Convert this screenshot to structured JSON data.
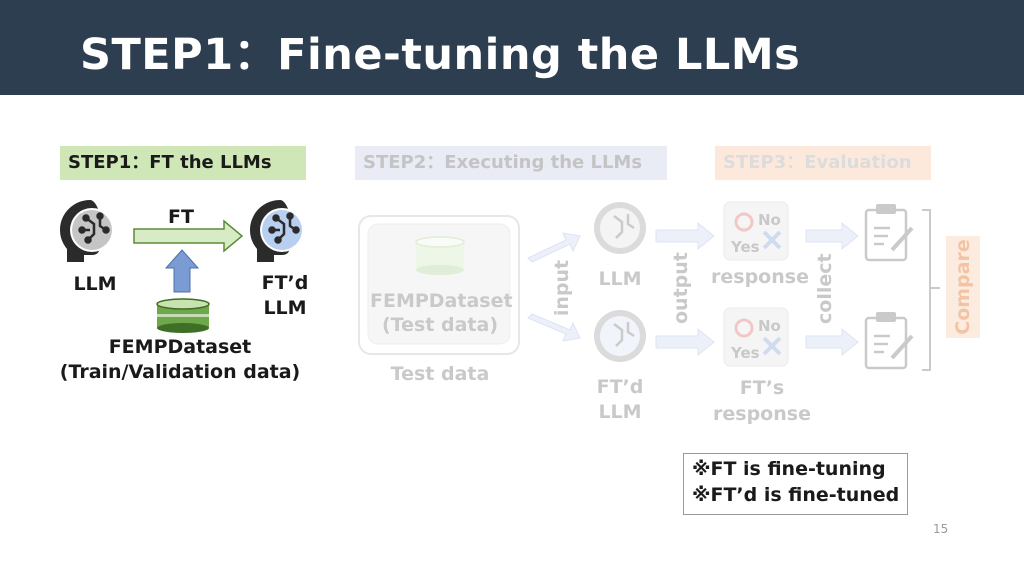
{
  "title": "STEP1：Fine-tuning the LLMs",
  "steps": {
    "step1": "STEP1：FT the LLMs",
    "step2": "STEP2：Executing the LLMs",
    "step3": "STEP3：Evaluation"
  },
  "step1_panel": {
    "ft_label": "FT",
    "llm_label": "LLM",
    "ftd_llm_line1": "FT’d",
    "ftd_llm_line2": "LLM",
    "dataset_line1": "FEMPDataset",
    "dataset_line2": "(Train/Validation data)"
  },
  "faded_panel": {
    "dataset_line1": "FEMPDataset",
    "dataset_line2": "(Test data)",
    "test_data_label": "Test data",
    "input_label": "input",
    "output_label": "output",
    "collect_label": "collect",
    "compare_label": "Compare",
    "llm_label": "LLM",
    "ftd_llm_line1": "FT’d",
    "ftd_llm_line2": "LLM",
    "response_label": "response",
    "ft_response_line1": "FT’s",
    "ft_response_line2": "response",
    "no_label": "No",
    "yes_label": "Yes"
  },
  "notes": {
    "line1": "※FT is fine-tuning",
    "line2": "※FT’d is fine-tuned"
  },
  "page_number": "15",
  "colors": {
    "header_bg": "#2d3e50",
    "step1_bg": "#cfe7b7",
    "step2_bg": "#e8eaf6",
    "step3_bg": "#fde9dc",
    "arrow_green_fill": "#d7ecc4",
    "arrow_green_stroke": "#5c8c3a",
    "arrow_blue": "#7b9bd4",
    "brain_gray": "#bfbfbf",
    "brain_blue": "#b8cff0"
  }
}
